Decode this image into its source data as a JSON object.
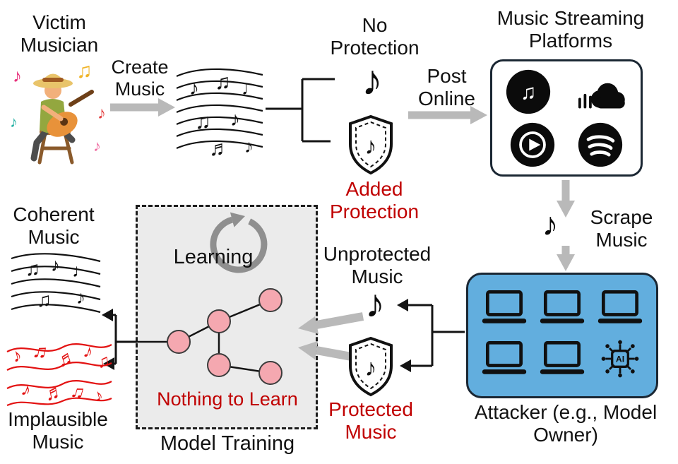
{
  "labels": {
    "victim_musician": "Victim Musician",
    "create_music": "Create Music",
    "no_protection": "No Protection",
    "added_protection": "Added Protection",
    "post_online": "Post Online",
    "platforms": "Music Streaming Platforms",
    "scrape_music": "Scrape Music",
    "attacker": "Attacker (e.g., Model Owner)",
    "coherent_music": "Coherent Music",
    "implausible_music": "Implausible Music",
    "learning": "Learning",
    "nothing_to_learn": "Nothing to Learn",
    "model_training": "Model Training",
    "unprotected_music": "Unprotected Music",
    "protected_music": "Protected Music",
    "ai_chip": "AI"
  },
  "icons": {
    "eighth_note": "♪",
    "beamed_note": "♫",
    "beamed_sixteenth": "♬",
    "quarter_note": "♩"
  },
  "colors": {
    "red_text": "#c00000",
    "implausible_red": "#e31212",
    "attacker_box_fill": "#62aede",
    "attacker_box_border": "#1b2733",
    "network_node_fill": "#f5a8b0",
    "arrow_gray": "#b9b9b9",
    "training_box_fill": "#ebebeb"
  }
}
